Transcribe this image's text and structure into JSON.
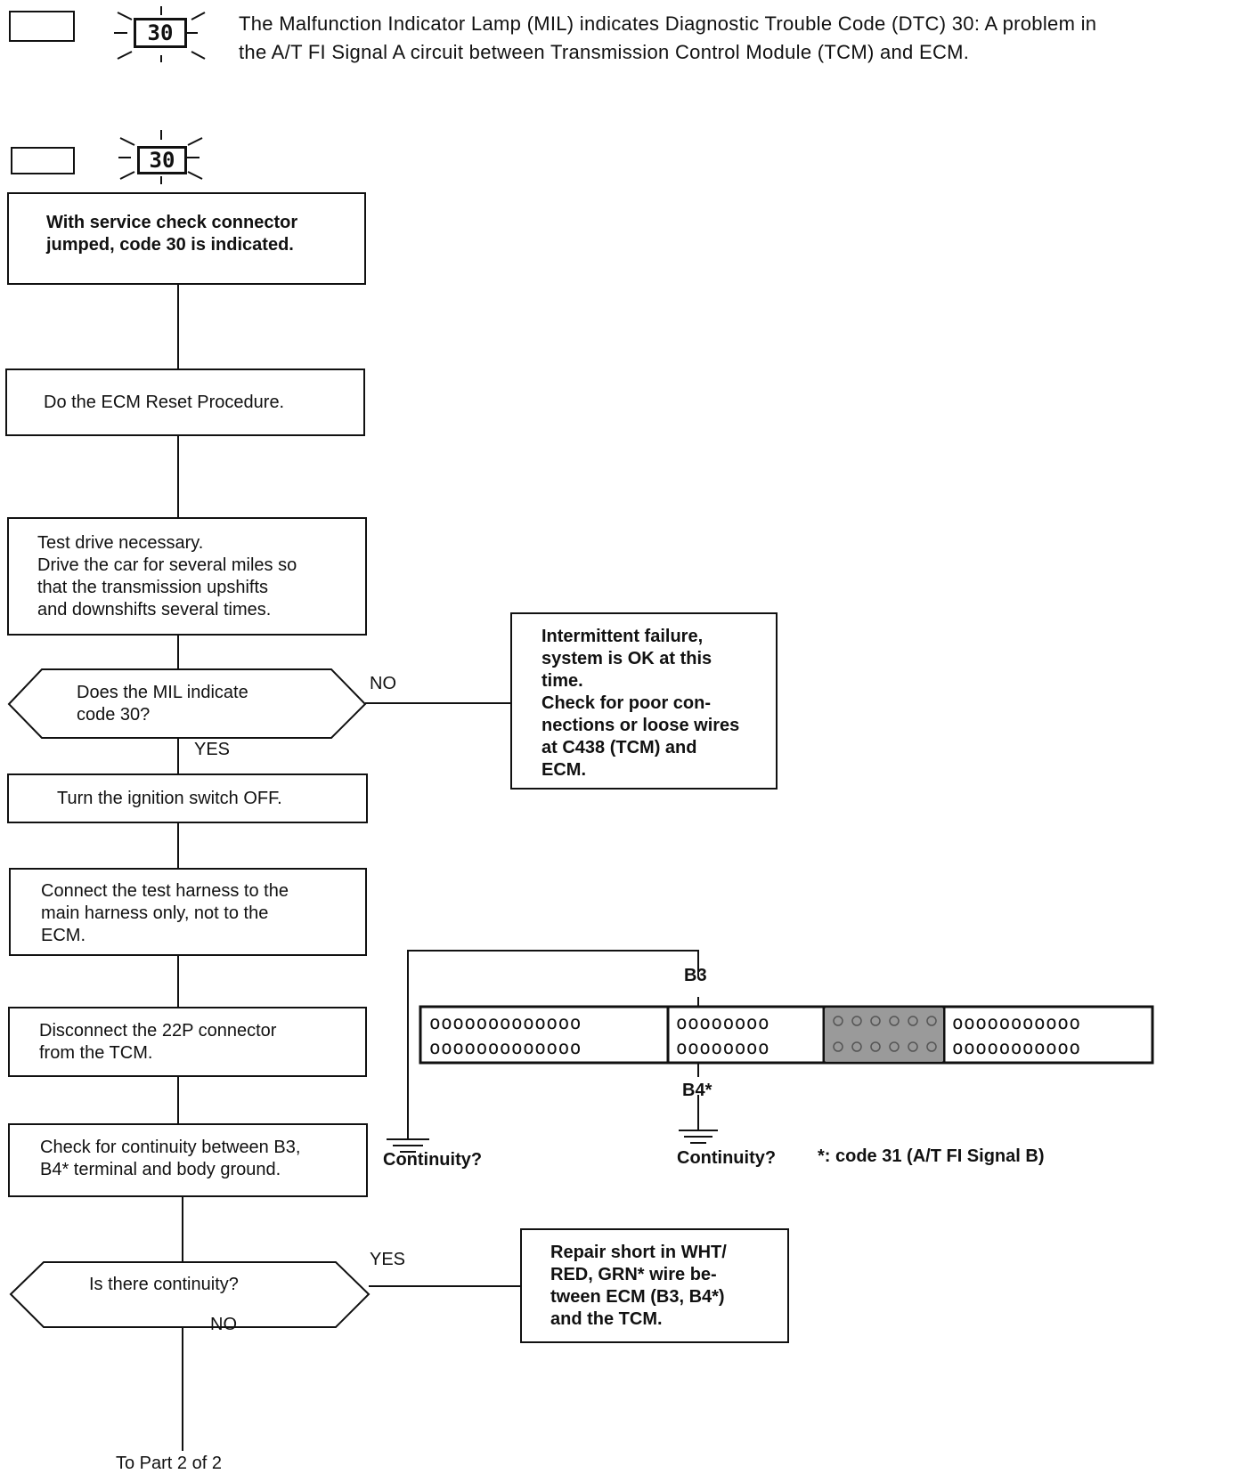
{
  "header": {
    "lamp_code": "30",
    "description_line1": "The Malfunction Indicator Lamp (MIL) indicates Diagnostic Trouble Code (DTC) 30: A problem in",
    "description_line2": "the A/T FI Signal A circuit between Transmission Control Module (TCM) and ECM."
  },
  "flowchart": {
    "lamp_code": "30",
    "step1": "With service check connector\njumped, code 30 is indicated.",
    "step2": "Do the ECM Reset Procedure.",
    "step3": "Test drive necessary.\nDrive the car for several miles so\nthat the transmission upshifts\nand downshifts several times.",
    "decision1": "Does the MIL indicate\ncode 30?",
    "decision1_no": "NO",
    "decision1_yes": "YES",
    "intermittent": "Intermittent failure,\nsystem is OK at this\ntime.\nCheck for poor con-\nnections or loose wires\nat C438 (TCM) and\nECM.",
    "step4": "Turn the ignition switch OFF.",
    "step5": "Connect the test harness to the\nmain harness only, not to the\nECM.",
    "step6": "Disconnect the 22P connector\nfrom the TCM.",
    "step7": "Check for continuity between B3,\nB4* terminal and body ground.",
    "decision2": "Is there continuity?",
    "decision2_yes": "YES",
    "decision2_no": "NO",
    "repair": "Repair short in WHT/\nRED, GRN* wire be-\ntween ECM (B3, B4*)\nand the TCM.",
    "footer": "To Part 2 of 2"
  },
  "connector": {
    "pin_b3": "B3",
    "pin_b4": "B4*",
    "continuity_left": "Continuity?",
    "continuity_right": "Continuity?",
    "footnote": "*: code 31 (A/T FI Signal B)",
    "pins_row": [
      "ooooooooooooo",
      "oooooooo",
      "ooooooooooo"
    ]
  }
}
